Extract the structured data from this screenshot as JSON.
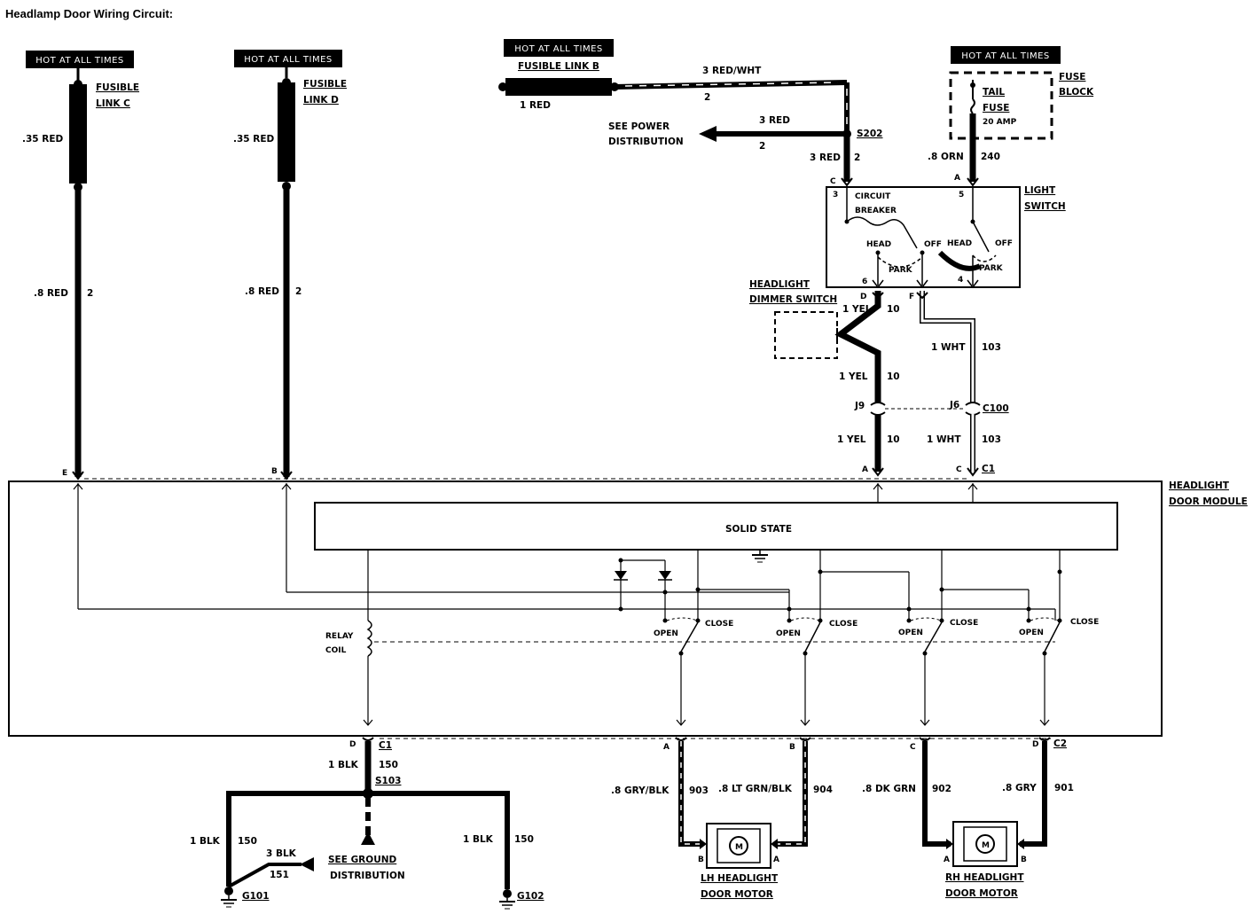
{
  "title": "Headlamp Door Wiring Circuit:",
  "hot_label": "HOT AT ALL TIMES",
  "fuses": {
    "c": {
      "name1": "FUSIBLE",
      "name2": "LINK C",
      "upper_wire": ".35 RED",
      "lower_wire": ".8 RED",
      "circuit": "2",
      "pin": "E"
    },
    "d": {
      "name1": "FUSIBLE",
      "name2": "LINK D",
      "upper_wire": ".35 RED",
      "lower_wire": ".8 RED",
      "circuit": "2",
      "pin": "B"
    },
    "b": {
      "name": "FUSIBLE LINK B",
      "left_wire": "1 RED",
      "wire": "3 RED/WHT",
      "circuit": "2"
    }
  },
  "power": {
    "line1": "SEE POWER",
    "line2": "DISTRIBUTION",
    "wire": "3 RED",
    "circuit": "2",
    "splice": "S202",
    "down_wire": "3 RED",
    "down_circuit": "2"
  },
  "fuse_block": {
    "line1": "FUSE",
    "line2": "BLOCK",
    "fuse1": "TAIL",
    "fuse2": "FUSE",
    "amp": "20 AMP",
    "wire": ".8 ORN",
    "circuit": "240"
  },
  "light_switch": {
    "line1": "LIGHT",
    "line2": "SWITCH",
    "breaker1": "CIRCUIT",
    "breaker2": "BREAKER",
    "head": "HEAD",
    "off": "OFF",
    "park": "PARK",
    "pin_c": "C",
    "pin_a": "A",
    "pin_d": "D",
    "pin_f": "F",
    "t3": "3",
    "t5": "5",
    "t6": "6",
    "t4": "4"
  },
  "dimmer": {
    "line1": "HEADLIGHT",
    "line2": "DIMMER SWITCH"
  },
  "wires_mid": {
    "yel": "1 YEL",
    "yel_c": "10",
    "wht": "1 WHT",
    "wht_c": "103",
    "j9": "J9",
    "j6": "J6",
    "c100": "C100",
    "pin_a": "A",
    "pin_c": "C",
    "c1": "C1"
  },
  "module": {
    "line1": "HEADLIGHT",
    "line2": "DOOR MODULE",
    "solid_state": "SOLID STATE",
    "relay1": "RELAY",
    "relay2": "COIL",
    "open": "OPEN",
    "close": "CLOSE"
  },
  "bottom": {
    "pin_d": "D",
    "c1": "C1",
    "wire_1blk": "1 BLK",
    "circuit_150": "150",
    "splice": "S103",
    "wire_3blk": "3 BLK",
    "circuit_151": "151",
    "ground1": "SEE GROUND",
    "ground2": "DISTRIBUTION",
    "g101": "G101",
    "g102": "G102",
    "pin_a": "A",
    "pin_b": "B",
    "pin_c": "C",
    "c2": "C2",
    "w903": ".8 GRY/BLK",
    "c903": "903",
    "w904": ".8 LT GRN/BLK",
    "c904": "904",
    "w902": ".8 DK GRN",
    "c902": "902",
    "w901": ".8 GRY",
    "c901": "901",
    "motor_m": "M",
    "lh1": "LH HEADLIGHT",
    "lh2": "DOOR MOTOR",
    "rh1": "RH HEADLIGHT",
    "rh2": "DOOR MOTOR"
  }
}
